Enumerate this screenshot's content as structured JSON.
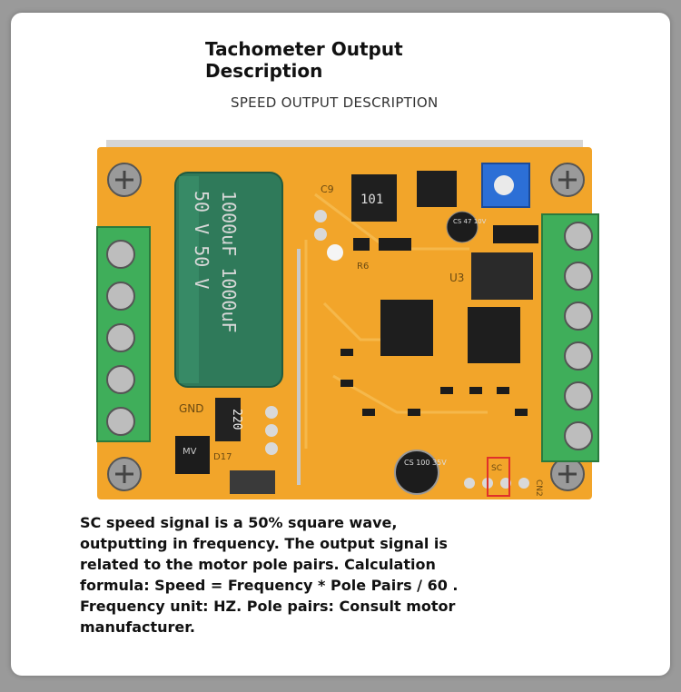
{
  "header": {
    "title": "Tachometer Output Description",
    "subtitle": "SPEED OUTPUT DESCRIPTION"
  },
  "board": {
    "capacitor_text_1": "1000uF 1000uF",
    "capacitor_text_2": "50 V 50 V",
    "chip_label": "101",
    "cap_small": "CS 47 10V",
    "cap_bottom": "CS 100 35V",
    "resistor_220": "220",
    "label_gnd": "GND",
    "label_sc": "SC",
    "label_cn2": "CN2",
    "label_u3": "U3",
    "label_c9": "C9",
    "label_r6": "R6",
    "label_d17": "D17",
    "label_mv": "MV"
  },
  "description": {
    "text": "SC speed signal is a 50% square wave, outputting in frequency. The output signal is related to the motor pole pairs. Calculation formula: Speed = Frequency * Pole Pairs / 60 . Frequency unit: HZ. Pole pairs: Consult motor manufacturer."
  },
  "colors": {
    "pcb": "#f2a52a",
    "terminal": "#3fae5a",
    "capacitor": "#2f7a5a",
    "highlight": "#e0312b"
  }
}
